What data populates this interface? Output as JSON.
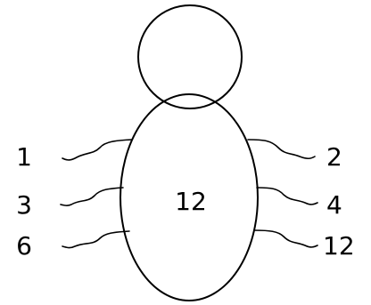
{
  "body_label": "12",
  "legs": {
    "left_top": "1",
    "left_middle": "3",
    "left_bottom": "6",
    "right_top": "2",
    "right_middle": "4",
    "right_bottom": "12"
  },
  "colors": {
    "stroke": "#000000",
    "background": "#ffffff"
  }
}
